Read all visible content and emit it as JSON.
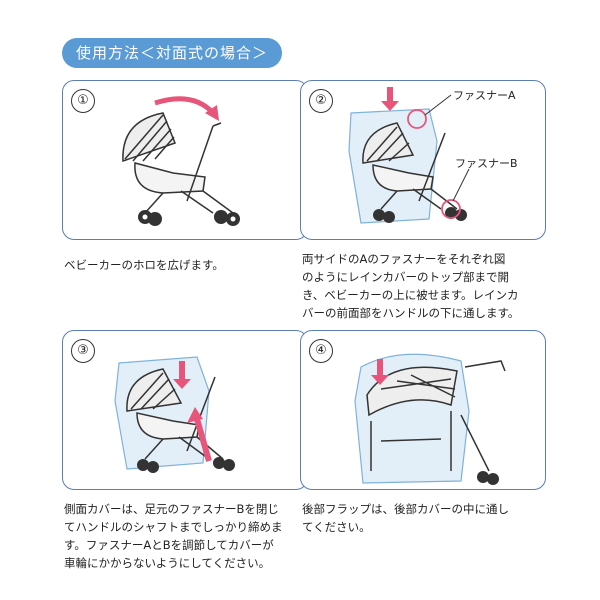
{
  "title": "使用方法＜対面式の場合＞",
  "steps": [
    {
      "num": "①",
      "text": [
        "ベビーカーのホロを広げます。"
      ]
    },
    {
      "num": "②",
      "text": [
        "両サイドのAのファスナーをそれぞれ図",
        "のようにレインカバーのトップ部まで開",
        "き、ベビーカーの上に被せます。レインカ",
        "バーの前面部をハンドルの下に通します。"
      ],
      "callouts": {
        "zipper_a": "ファスナーA",
        "zipper_b": "ファスナーB"
      }
    },
    {
      "num": "③",
      "text": [
        "側面カバーは、足元のファスナーBを閉じ",
        "てハンドルのシャフトまでしっかり締めま",
        "す。ファスナーAとBを調節してカバーが",
        "車輪にかからないようにしてください。"
      ]
    },
    {
      "num": "④",
      "text": [
        "後部フラップは、後部カバーの中に通し",
        "てください。"
      ]
    }
  ],
  "colors": {
    "title_bg": "#5a9bd5",
    "panel_border": "#5a7fb0",
    "arrow": "#e8557a",
    "cover": "#9fcbe8"
  }
}
